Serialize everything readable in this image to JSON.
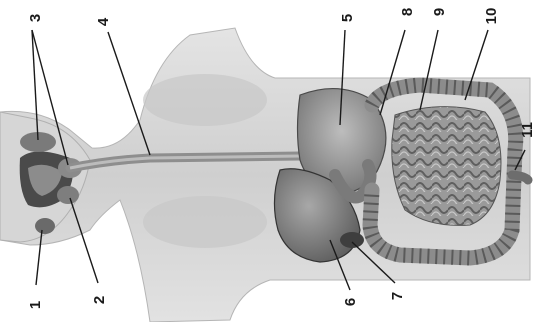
{
  "figure": {
    "subject": "human digestive system",
    "labels": [
      {
        "id": "1",
        "text": "1"
      },
      {
        "id": "2",
        "text": "2"
      },
      {
        "id": "3",
        "text": "3"
      },
      {
        "id": "4",
        "text": "4"
      },
      {
        "id": "5",
        "text": "5"
      },
      {
        "id": "6",
        "text": "6"
      },
      {
        "id": "7",
        "text": "7"
      },
      {
        "id": "8",
        "text": "8"
      },
      {
        "id": "9",
        "text": "9"
      },
      {
        "id": "10",
        "text": "10"
      },
      {
        "id": "11",
        "text": "11"
      }
    ]
  }
}
